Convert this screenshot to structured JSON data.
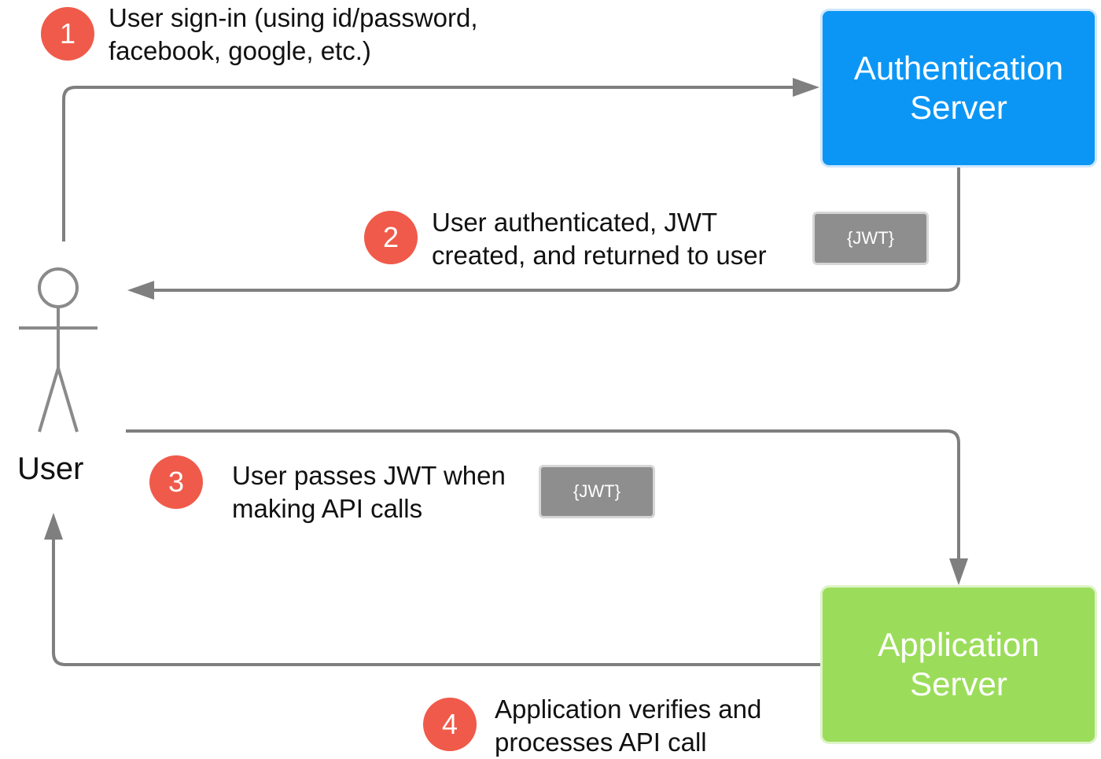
{
  "actor": {
    "label": "User"
  },
  "servers": {
    "auth": {
      "line1": "Authentication",
      "line2": "Server",
      "color": "#0b96f5"
    },
    "app": {
      "line1": "Application",
      "line2": "Server",
      "color": "#9bdd5a"
    }
  },
  "steps": [
    {
      "number": "1",
      "line1": "User sign-in (using id/password,",
      "line2": "facebook, google, etc.)"
    },
    {
      "number": "2",
      "line1": "User authenticated, JWT",
      "line2": "created, and returned to user"
    },
    {
      "number": "3",
      "line1": "User passes JWT when",
      "line2": "making API calls"
    },
    {
      "number": "4",
      "line1": "Application verifies and",
      "line2": "processes API call"
    }
  ],
  "tokens": {
    "step2": "{JWT}",
    "step3": "{JWT}"
  },
  "colors": {
    "badge": "#f05a4a",
    "arrow": "#7f7f7f",
    "token": "#8e8e8e"
  }
}
